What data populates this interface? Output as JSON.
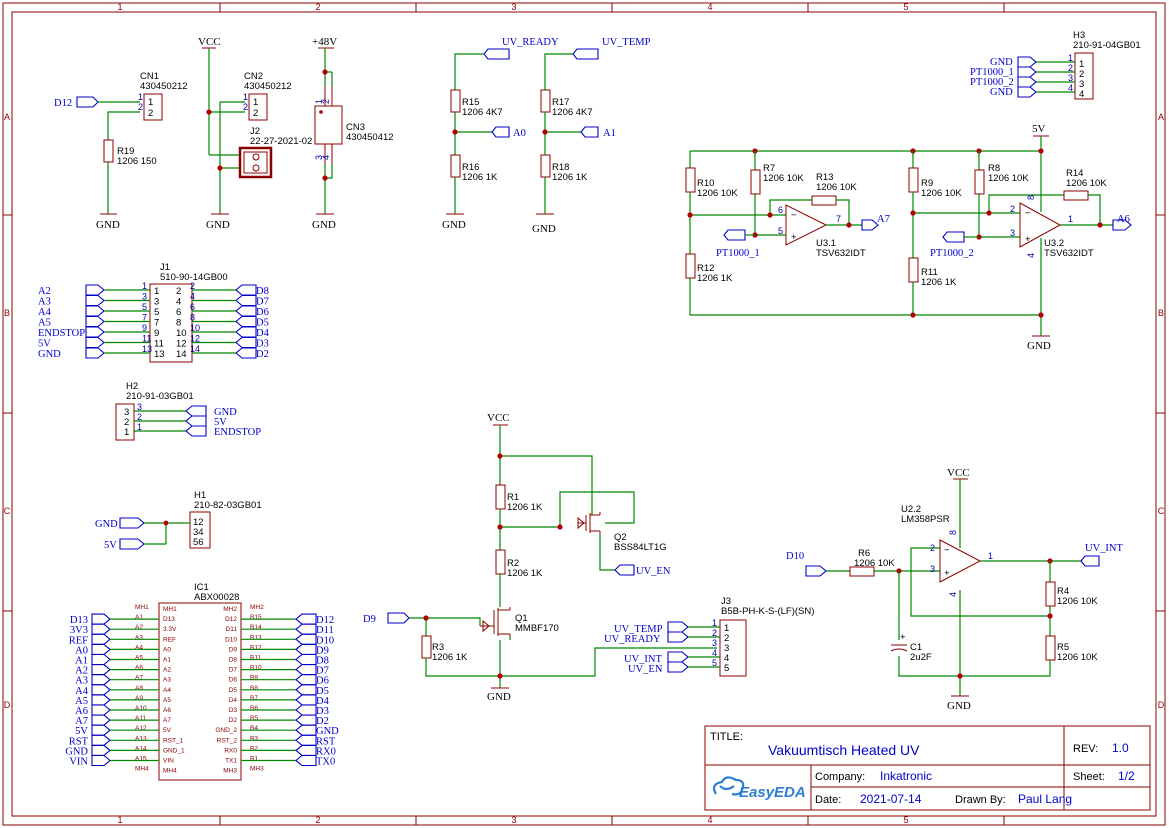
{
  "border": {
    "columns": [
      "1",
      "2",
      "3",
      "4",
      "5"
    ],
    "rows": [
      "A",
      "B",
      "C",
      "D"
    ]
  },
  "power": {
    "vcc": "VCC",
    "v48": "+48V",
    "v5": "5V",
    "gnd": "GND"
  },
  "connectors": {
    "cn1": {
      "ref": "CN1",
      "value": "430450212",
      "net": "D12",
      "pins": [
        "1",
        "2"
      ]
    },
    "cn2": {
      "ref": "CN2",
      "value": "430450212",
      "pins": [
        "1",
        "2"
      ]
    },
    "j2": {
      "ref": "J2",
      "value": "22-27-2021-02"
    },
    "cn3": {
      "ref": "CN3",
      "value": "430450412",
      "pins": [
        "1",
        "2",
        "3",
        "4"
      ]
    },
    "h3": {
      "ref": "H3",
      "value": "210-91-04GB01",
      "nets": [
        "GND",
        "PT1000_1",
        "PT1000_2",
        "GND"
      ],
      "pins": [
        "1",
        "2",
        "3",
        "4"
      ]
    },
    "j1": {
      "ref": "J1",
      "value": "510-90-14GB00",
      "left_nets": [
        "A2",
        "A3",
        "A4",
        "A5",
        "ENDSTOP",
        "5V",
        "GND"
      ],
      "left_pins": [
        "1",
        "3",
        "5",
        "7",
        "9",
        "11",
        "13"
      ],
      "right_nets": [
        "D8",
        "D7",
        "D6",
        "D5",
        "D4",
        "D3",
        "D2"
      ],
      "right_pins": [
        "2",
        "4",
        "6",
        "8",
        "10",
        "12",
        "14"
      ]
    },
    "h2": {
      "ref": "H2",
      "value": "210-91-03GB01",
      "nets": [
        "GND",
        "5V",
        "ENDSTOP"
      ],
      "pins": [
        "3",
        "2",
        "1"
      ]
    },
    "h1": {
      "ref": "H1",
      "value": "210-82-03GB01",
      "nets": [
        "GND",
        "5V"
      ],
      "pin_labels": [
        "12",
        "34",
        "56"
      ]
    },
    "j3": {
      "ref": "J3",
      "value": "B5B-PH-K-S-(LF)(SN)",
      "nets": [
        "UV_TEMP",
        "UV_READY",
        "",
        "UV_INT",
        "UV_EN"
      ],
      "pins": [
        "1",
        "2",
        "3",
        "4",
        "5"
      ]
    }
  },
  "resistors": {
    "r19": {
      "ref": "R19",
      "value": "1206 150"
    },
    "r15": {
      "ref": "R15",
      "value": "1206 4K7"
    },
    "r16": {
      "ref": "R16",
      "value": "1206 1K"
    },
    "r17": {
      "ref": "R17",
      "value": "1206 4K7"
    },
    "r18": {
      "ref": "R18",
      "value": "1206 1K"
    },
    "r10": {
      "ref": "R10",
      "value": "1206 10K"
    },
    "r7": {
      "ref": "R7",
      "value": "1206 10K"
    },
    "r13": {
      "ref": "R13",
      "value": "1206 10K"
    },
    "r12": {
      "ref": "R12",
      "value": "1206 1K"
    },
    "r9": {
      "ref": "R9",
      "value": "1206 10K"
    },
    "r8": {
      "ref": "R8",
      "value": "1206 10K"
    },
    "r14": {
      "ref": "R14",
      "value": "1206 10K"
    },
    "r11": {
      "ref": "R11",
      "value": "1206 1K"
    },
    "r1": {
      "ref": "R1",
      "value": "1206 1K"
    },
    "r2": {
      "ref": "R2",
      "value": "1206 1K"
    },
    "r3": {
      "ref": "R3",
      "value": "1206 1K"
    },
    "r6": {
      "ref": "R6",
      "value": "1206 10K"
    },
    "r4": {
      "ref": "R4",
      "value": "1206 10K"
    },
    "r5": {
      "ref": "R5",
      "value": "1206 10K"
    }
  },
  "nets": {
    "uv_ready": "UV_READY",
    "uv_temp": "UV_TEMP",
    "a0": "A0",
    "a1": "A1",
    "a7": "A7",
    "a6": "A6",
    "pt1": "PT1000_1",
    "pt2": "PT1000_2",
    "d9": "D9",
    "d10": "D10",
    "uv_en": "UV_EN",
    "uv_int": "UV_INT"
  },
  "opamps": {
    "u31": {
      "ref": "U3.1",
      "value": "TSV632IDT",
      "pins": [
        "6",
        "5",
        "7"
      ]
    },
    "u32": {
      "ref": "U3.2",
      "value": "TSV632IDT",
      "pins": [
        "2",
        "3",
        "1",
        "8",
        "4"
      ]
    },
    "u22": {
      "ref": "U2.2",
      "value": "LM358PSR",
      "pins": [
        "2",
        "3",
        "1",
        "8",
        "4"
      ]
    }
  },
  "transistors": {
    "q1": {
      "ref": "Q1",
      "value": "MMBF170"
    },
    "q2": {
      "ref": "Q2",
      "value": "BSS84LT1G"
    }
  },
  "capacitor": {
    "ref": "C1",
    "value": "2u2F"
  },
  "ic1": {
    "ref": "IC1",
    "value": "ABX00028",
    "left_nets": [
      "D13",
      "3V3",
      "REF",
      "A0",
      "A1",
      "A2",
      "A3",
      "A4",
      "A5",
      "A6",
      "A7",
      "5V",
      "RST",
      "GND",
      "VIN"
    ],
    "left_pins": [
      "MH1",
      "A1",
      "A2",
      "A3",
      "A4",
      "A5",
      "A6",
      "A7",
      "A8",
      "A9",
      "A10",
      "A11",
      "A12",
      "A13",
      "A14",
      "A15",
      "MH4"
    ],
    "left_labels": [
      "MH1",
      "D13",
      "3.3V",
      "REF",
      "A0",
      "A1",
      "A2",
      "A3",
      "A4",
      "A5",
      "A6",
      "A7",
      "5V",
      "RST_1",
      "GND_1",
      "VIN",
      "MH4"
    ],
    "right_nets": [
      "D12",
      "D11",
      "D10",
      "D9",
      "D8",
      "D7",
      "D6",
      "D5",
      "D4",
      "D3",
      "D2",
      "GND",
      "RST",
      "RX0",
      "TX0"
    ],
    "right_pins": [
      "MH2",
      "B15",
      "B14",
      "B13",
      "B12",
      "B11",
      "B10",
      "B9",
      "B8",
      "B7",
      "B6",
      "B5",
      "B4",
      "B3",
      "B2",
      "B1",
      "MH3"
    ],
    "right_labels": [
      "MH2",
      "D12",
      "D11",
      "D10",
      "D9",
      "D8",
      "D7",
      "D6",
      "D5",
      "D4",
      "D3",
      "D2",
      "GND_2",
      "RST_2",
      "RX0",
      "TX1",
      "MH3"
    ]
  },
  "title_block": {
    "title_label": "TITLE:",
    "title": "Vakuumtisch Heated UV",
    "rev_label": "REV:",
    "rev": "1.0",
    "company_label": "Company:",
    "company": "Inkatronic",
    "sheet_label": "Sheet:",
    "sheet": "1/2",
    "date_label": "Date:",
    "date": "2021-07-14",
    "drawn_label": "Drawn By:",
    "drawn": "Paul Lang",
    "logo": "EasyEDA"
  }
}
